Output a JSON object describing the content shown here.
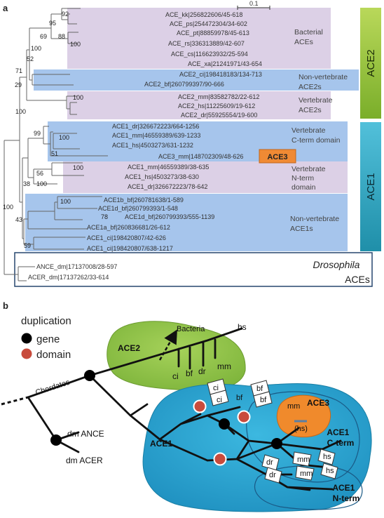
{
  "panel_a": {
    "label": "a",
    "scale_label": "0.1",
    "leaves": [
      "ACE_kk|256822606/45-618",
      "ACE_ps|254472304/34-602",
      "ACE_pt|88859978/45-613",
      "ACE_rs|336313889/42-607",
      "ACE_cs|116623932/25-594",
      "ACE_xa|21241971/43-654",
      "ACE2_ci|198418183/134-713",
      "ACE2_bf|260799397/90-666",
      "ACE2_mm|83582782/22-612",
      "ACE2_hs|11225609/19-612",
      "ACE2_dr|55925554/19-600",
      "ACE1_dr|326672223/664-1256",
      "ACE1_mm|46559389/639-1233",
      "ACE1_hs|4503273/631-1232",
      "ACE3_mm|148702309/48-626",
      "ACE1_mm|46559389/38-635",
      "ACE1_hs|4503273/38-630",
      "ACE1_dr|326672223/78-642",
      "ACE1b_bf|260781638/1-589",
      "ACE1d_bf|260799393/1-548",
      "ACE1d_bf|260799393/555-1139",
      "ACE1a_bf|260836681/26-612",
      "ACE1_ci|198420807/42-626",
      "ACE1_ci|198420807/638-1217",
      "ANCE_dm|17137008/28-597",
      "ACER_dm|17137262/33-614"
    ],
    "bootstrap": {
      "b92": "92",
      "b95": "95",
      "b88": "88",
      "b100a": "100",
      "b69": "69",
      "b100b": "100",
      "b52": "52",
      "b71": "71",
      "b29": "29",
      "b100c": "100",
      "b100d": "100",
      "b99": "99",
      "b100e": "100",
      "b51": "51",
      "b56": "56",
      "b100f": "100",
      "b38": "38",
      "b100g": "100",
      "b100h": "100",
      "b100i": "100",
      "b78": "78",
      "b43": "43",
      "b59": "59"
    },
    "groups": {
      "bacterial": [
        "Bacterial",
        "ACEs"
      ],
      "nonvert_ace2": [
        "Non-vertebrate",
        "ACE2s"
      ],
      "vert_ace2": [
        "Vertebrate",
        "ACE2s"
      ],
      "vert_cterm": [
        "Vertebrate",
        "C-term domain"
      ],
      "vert_nterm": [
        "Vertebrate",
        "N-term",
        "domain"
      ],
      "nonvert_ace1": [
        "Non-vertebrate",
        "ACE1s"
      ],
      "drosophila": [
        "Drosophila",
        "ACEs"
      ]
    },
    "ace3_tag": "ACE3",
    "side_bars": {
      "ace2": "ACE2",
      "ace1": "ACE1"
    }
  },
  "panel_b": {
    "label": "b",
    "legend": {
      "title": "duplication",
      "gene": "gene",
      "domain": "domain"
    },
    "labels": {
      "bacteria": "Bacteria",
      "ace2": "ACE2",
      "ace1": "ACE1",
      "ace3": "ACE3",
      "hs_paren": "(hs)",
      "ace1_cterm": [
        "ACE1",
        "C-term"
      ],
      "ace1_nterm": [
        "ACE1",
        "N-term"
      ],
      "chordates": "Chordates",
      "dm_ance": "dm ANCE",
      "dm_acer": "dm ACER"
    },
    "species": {
      "hs": "hs",
      "mm": "mm",
      "dr": "dr",
      "bf": "bf",
      "ci": "ci"
    },
    "flag_labels": {
      "ci_a": "ci",
      "ci_b": "ci",
      "bf_a": "bf",
      "bf_b": "bf",
      "bf_c": "bf",
      "mm_c": "mm",
      "mm_ace3": "mm",
      "dr_a": "dr",
      "dr_b": "dr",
      "mm_a": "mm",
      "mm_b": "mm",
      "hs_a": "hs",
      "hs_b": "hs"
    },
    "colors": {
      "gene_node": "#000000",
      "domain_node": "#c84b3c",
      "ace2_blob": "#8fc63f",
      "ace1_blob": "#29a8d3",
      "ace3_blob": "#f08a2c"
    }
  },
  "colors": {
    "bacterial_box": "#dcd0e6",
    "blue_box": "#a6c5ec",
    "ace2_bar": "#8fbf3a",
    "ace1_bar": "#2fa8c6",
    "ace3_tag": "#f08a34",
    "drosophila_border": "#27466e"
  }
}
